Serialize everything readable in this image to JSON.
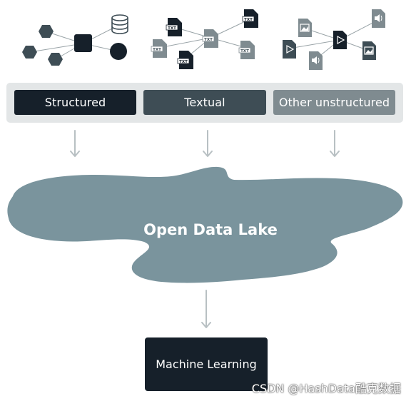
{
  "sources": {
    "structured": "Structured",
    "textual": "Textual",
    "other": "Other unstructured"
  },
  "lake_label": "Open Data Lake",
  "ml_label": "Machine Learning",
  "watermark": "CSDN @HashData酷克数据",
  "file_tag": "TXT",
  "icons": {
    "structured_group": [
      "hexagon-icon",
      "square-node-icon",
      "circle-node-icon",
      "database-icon"
    ],
    "textual_group": [
      "txt-file-icon"
    ],
    "other_group": [
      "image-file-icon",
      "video-file-icon",
      "audio-file-icon"
    ]
  },
  "colors": {
    "dark": "#16202a",
    "mid": "#3e4d55",
    "light": "#7f8b90",
    "lake": "#7a949d",
    "arrow": "#b8c0c3",
    "panel": "#e3e6e7"
  }
}
